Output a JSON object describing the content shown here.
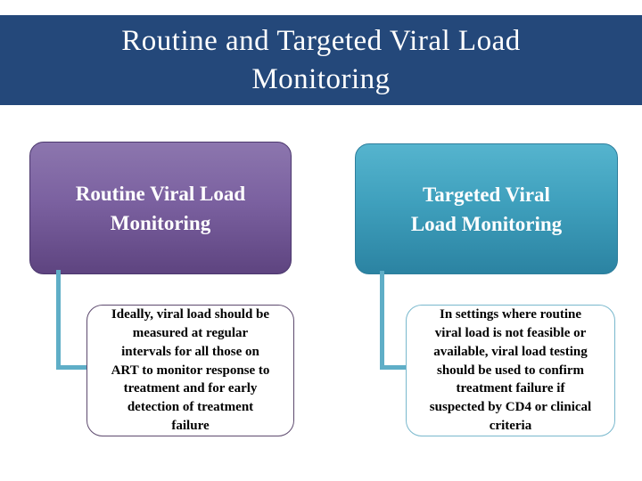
{
  "slide": {
    "title_lines": [
      "Routine and Targeted Viral Load",
      "Monitoring"
    ],
    "colors": {
      "title_bar": "#24487A",
      "purple_top": "#8C76AE",
      "purple_bottom": "#5E4480",
      "teal_top": "#55B4CE",
      "teal_bottom": "#2B83A2",
      "connector": "#5FAEC7",
      "left_child_border": "#5D4A6E",
      "right_child_border": "#79B8CD"
    },
    "left_branch": {
      "heading_lines": [
        "Routine Viral Load",
        "Monitoring"
      ],
      "body_lines": [
        "Ideally, viral load should be",
        "measured at regular",
        "intervals for all those on",
        "ART to monitor response to",
        "treatment and for early",
        "detection of treatment",
        "failure"
      ]
    },
    "right_branch": {
      "heading_lines": [
        "Targeted Viral",
        "Load Monitoring"
      ],
      "body_lines": [
        "In settings where routine",
        "viral load is not feasible or",
        "available, viral load testing",
        "should be used to confirm",
        "treatment failure if",
        "suspected by CD4 or clinical",
        "criteria"
      ]
    }
  }
}
